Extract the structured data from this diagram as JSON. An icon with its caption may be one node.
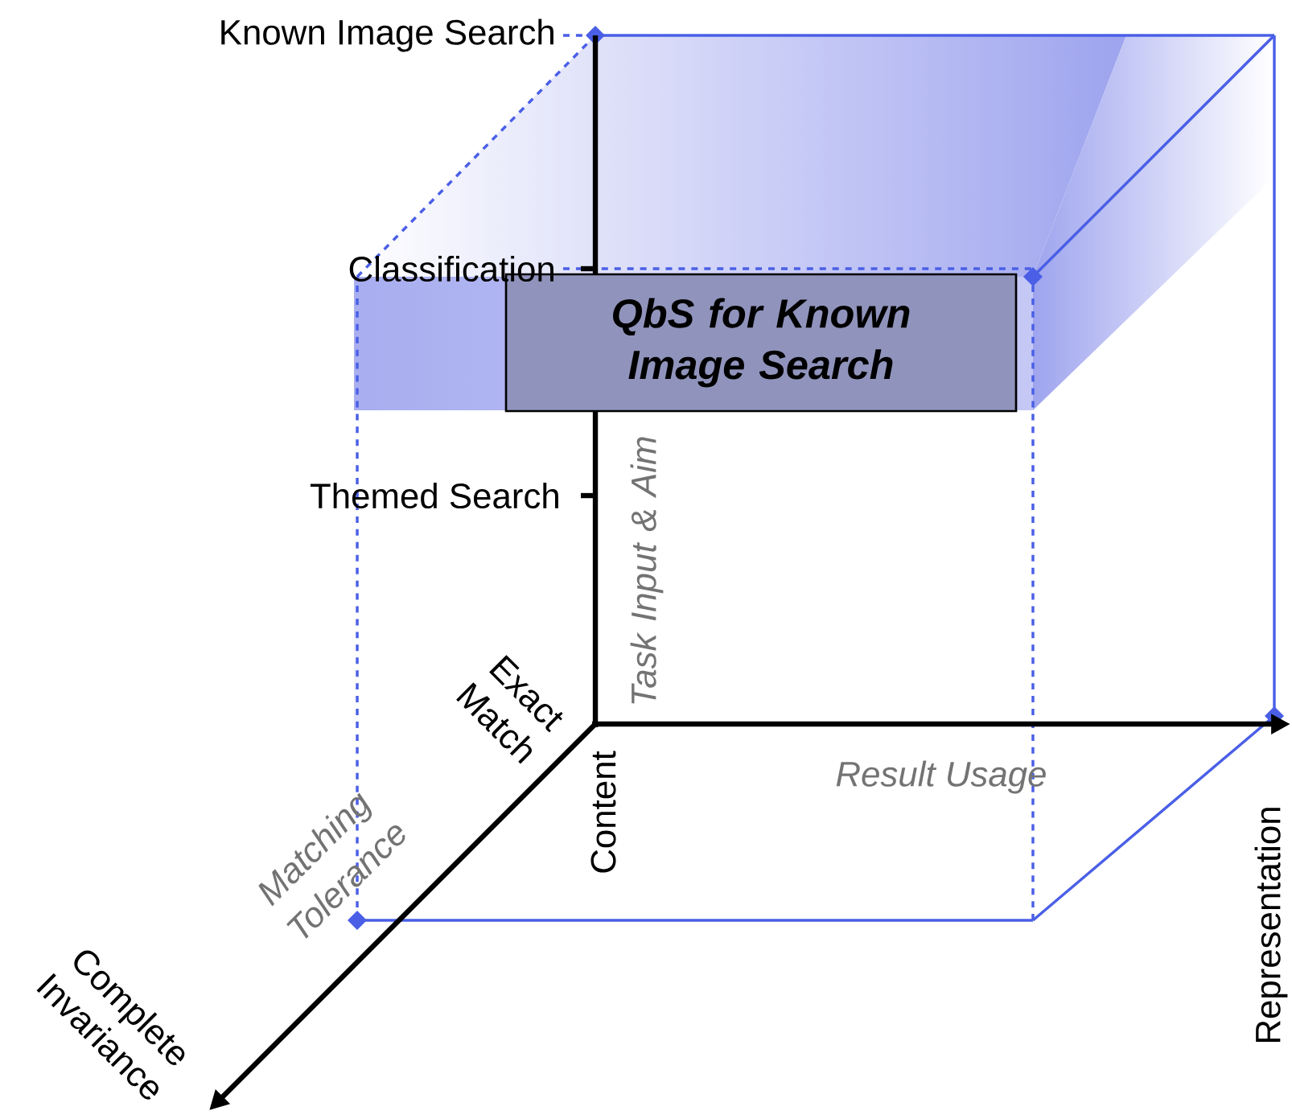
{
  "diagram": {
    "nodes": [
      {
        "text": [
          "QbS for Known Image Search"
        ]
      }
    ],
    "labels": [
      "Known Image Search",
      "Classification",
      "Themed Search",
      "Task Input & Aim",
      "Exact Match",
      "Content",
      "Result Usage",
      "Matching Tolerance",
      "Complete Invariance",
      "Representation"
    ]
  }
}
